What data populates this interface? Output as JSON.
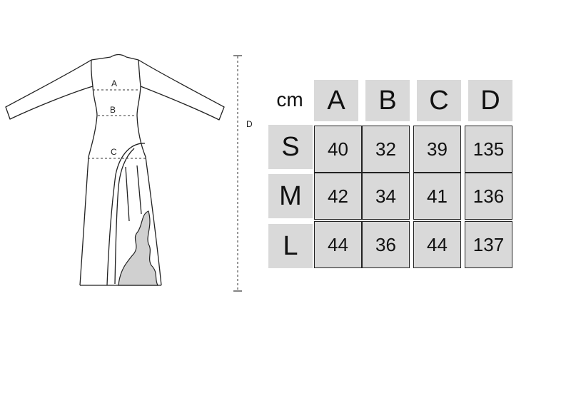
{
  "diagram": {
    "labels": {
      "a": "A",
      "b": "B",
      "c": "C",
      "d": "D"
    }
  },
  "size_table": {
    "unit": "cm",
    "columns": [
      "A",
      "B",
      "C",
      "D"
    ],
    "rows": [
      {
        "size": "S",
        "values": [
          "40",
          "32",
          "39",
          "135"
        ]
      },
      {
        "size": "M",
        "values": [
          "42",
          "34",
          "41",
          "136"
        ]
      },
      {
        "size": "L",
        "values": [
          "44",
          "36",
          "44",
          "137"
        ]
      }
    ]
  },
  "colors": {
    "cell_fill": "#d9d9d9",
    "line": "#222222",
    "ruffle": "#d0d0d0"
  }
}
